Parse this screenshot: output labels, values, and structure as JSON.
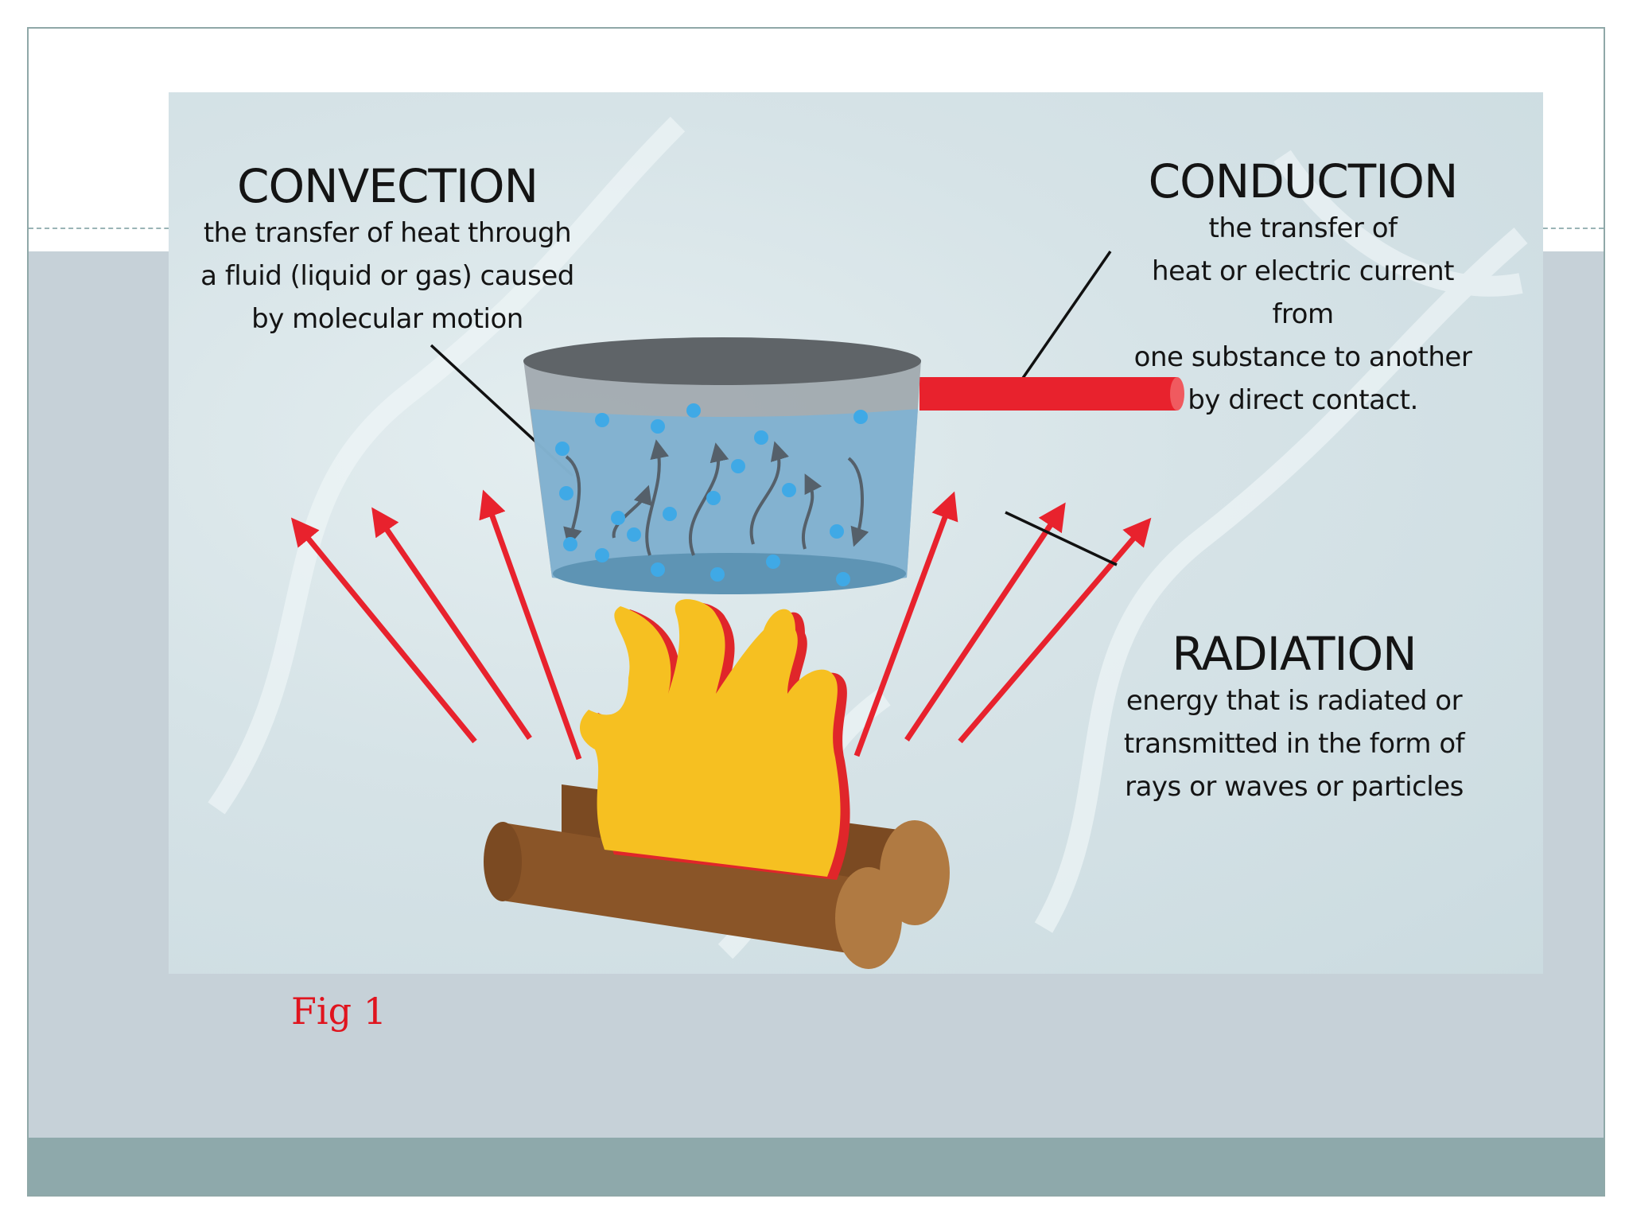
{
  "convection": {
    "title": "CONVECTION",
    "description": [
      "the transfer of heat through",
      "a fluid (liquid or gas) caused",
      "by molecular motion"
    ]
  },
  "conduction": {
    "title": "CONDUCTION",
    "description": [
      "the transfer of",
      "heat or electric current from",
      "one substance to another",
      "by direct contact."
    ]
  },
  "radiation": {
    "title": "RADIATION",
    "description": [
      "energy that is radiated or",
      "transmitted in the form of",
      "rays or waves or particles"
    ]
  },
  "caption": "Fig 1",
  "colors": {
    "arrow": "#e8222d",
    "handle": "#e8222d",
    "flame_outer": "#e0262a",
    "flame_inner": "#f6c021",
    "log": "#7b4a22",
    "log_end": "#b07a42",
    "water": "#7fb3d3",
    "bubble": "#3fa9e6",
    "pot_rim": "#5f6468",
    "caption": "#e0141e"
  }
}
